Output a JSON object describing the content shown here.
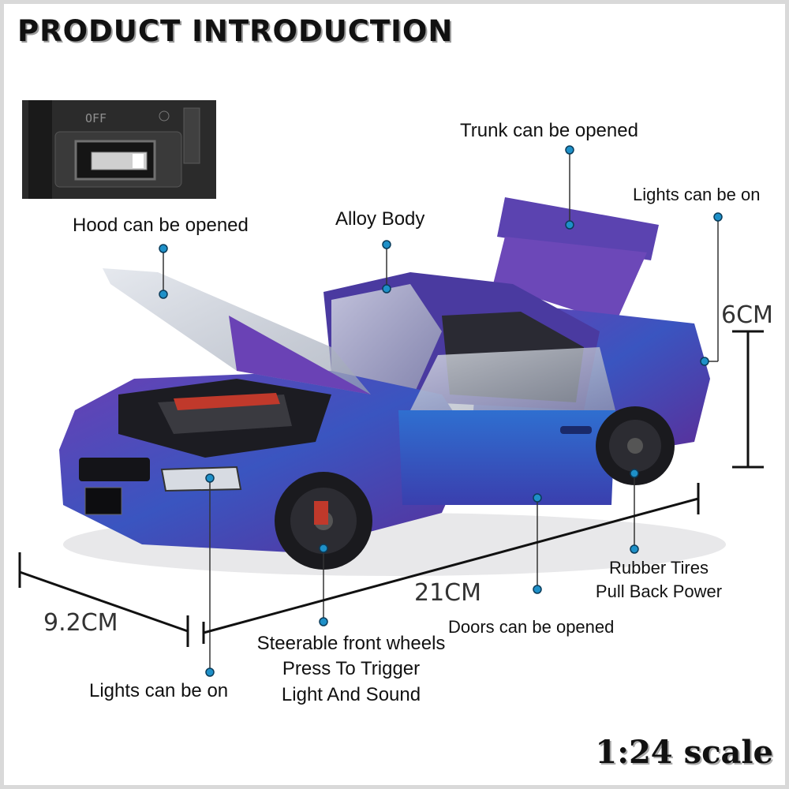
{
  "title": "PRODUCT INTRODUCTION",
  "scale": "1:24 scale",
  "switch_label": "OFF",
  "labels": {
    "trunk": "Trunk can be opened",
    "lights_rear": "Lights can be on",
    "hood": "Hood can be opened",
    "alloy": "Alloy Body",
    "tires_line1": "Rubber Tires",
    "tires_line2": "Pull Back Power",
    "doors": "Doors can be opened",
    "steer_line1": "Steerable front wheels",
    "steer_line2": "Press To Trigger",
    "steer_line3": "Light And Sound",
    "lights_front": "Lights can be on"
  },
  "dimensions": {
    "height": "6CM",
    "length": "21CM",
    "width": "9.2CM"
  },
  "colors": {
    "car_purple": "#5b3aa8",
    "car_blue": "#2e5fc4",
    "callout_dot": "#1e90c8"
  }
}
